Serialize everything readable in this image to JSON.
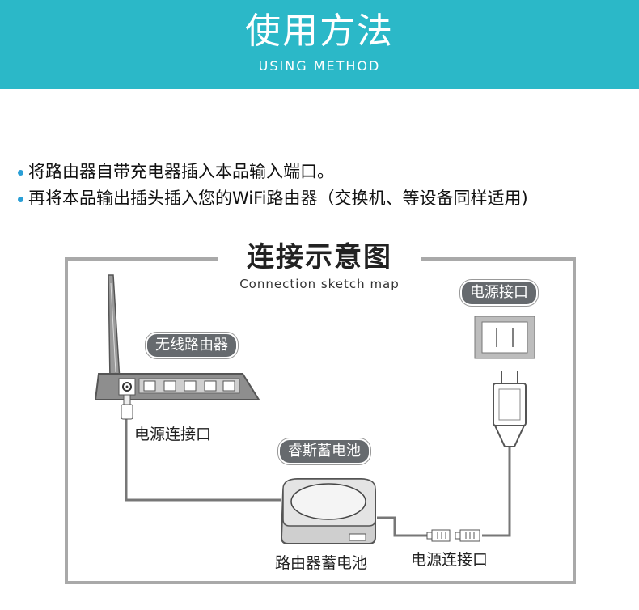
{
  "banner": {
    "title": "使用方法",
    "subtitle": "USING METHOD"
  },
  "instructions": [
    "将路由器自带充电器插入本品输入端口。",
    "再将本品输出插头插入您的WiFi路由器（交换机、等设备同样适用)"
  ],
  "diagram": {
    "title": "连接示意图",
    "subtitle": "Connection sketch map",
    "router_label": "无线路由器",
    "power_outlet_label": "电源接口",
    "battery_label": "睿斯蓄电池",
    "router_port_label": "电源连接口",
    "battery_caption": "路由器蓄电池",
    "battery_port_label": "电源连接口"
  },
  "colors": {
    "banner": "#2bb8c8",
    "bullet": "#2a9fd6",
    "pill": "#666a6e",
    "frame": "#a9a9a9"
  }
}
